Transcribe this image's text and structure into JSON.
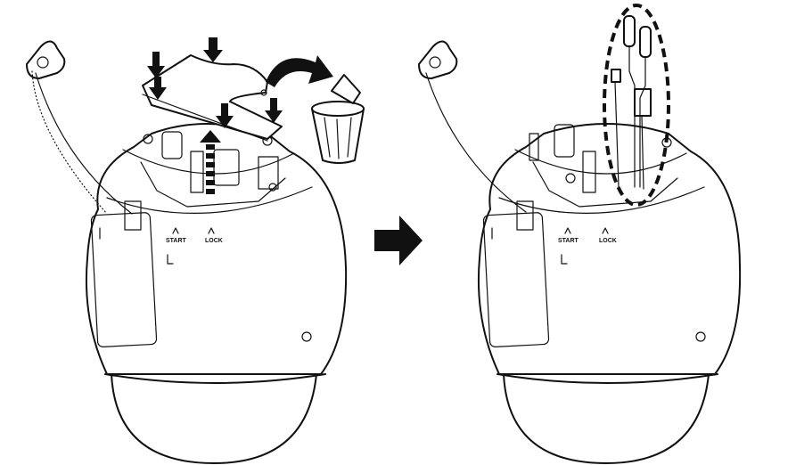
{
  "steps": [
    {
      "labels": {
        "start": "START",
        "lock": "LOCK"
      },
      "icons": [
        "safety-wire",
        "press-down-arrows",
        "lift-up-arrow",
        "discard-arrow",
        "trash-bin"
      ]
    },
    {
      "labels": {
        "start": "START",
        "lock": "LOCK"
      },
      "icons": [
        "safety-wire",
        "connector-cables",
        "dashed-highlight"
      ]
    }
  ],
  "transition": {
    "icon": "next-step-arrow"
  },
  "colors": {
    "ink": "#111111",
    "paper": "#ffffff"
  }
}
